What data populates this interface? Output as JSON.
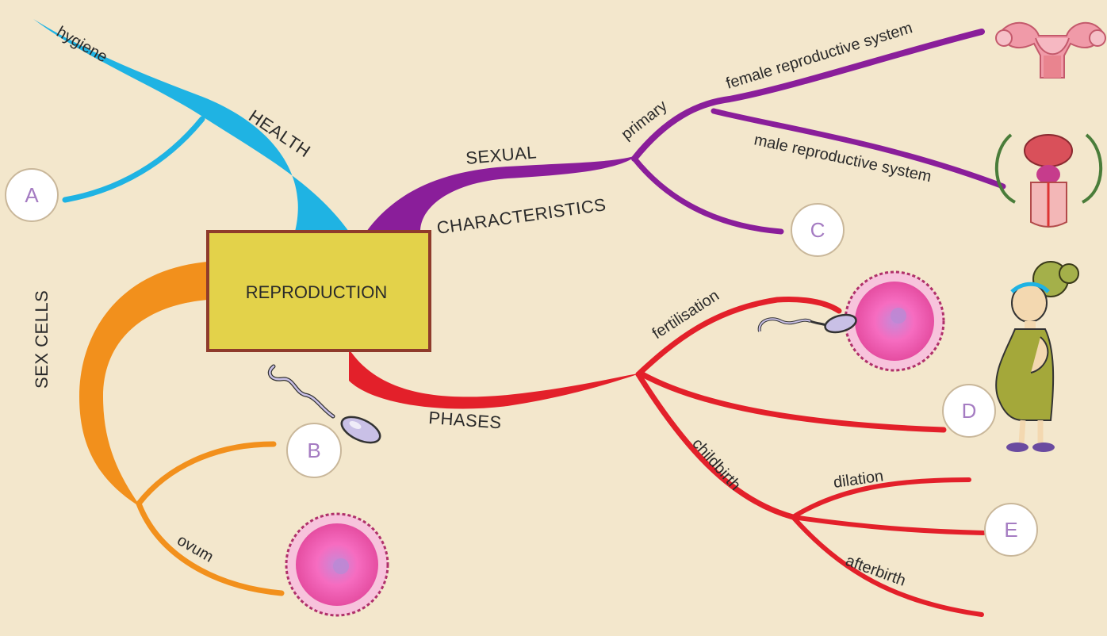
{
  "central": "REPRODUCTION",
  "branches": {
    "health": {
      "label": "HEALTH",
      "sub": [
        "hygiene"
      ]
    },
    "sexual": {
      "label1": "SEXUAL",
      "label2": "CHARACTERISTICS",
      "sub": [
        "primary",
        "female reproductive system",
        "male reproductive system"
      ]
    },
    "sex_cells": {
      "label": "SEX CELLS",
      "sub": [
        "ovum"
      ]
    },
    "phases": {
      "label": "PHASES",
      "sub": [
        "fertilisation",
        "childbirth",
        "dilation",
        "afterbirth"
      ]
    }
  },
  "markers": [
    "A",
    "B",
    "C",
    "D",
    "E"
  ],
  "colors": {
    "background": "#f3e7cc",
    "health": "#1fb3e3",
    "sexual": "#8a1e9a",
    "sex_cells": "#f2901c",
    "phases": "#e3202a",
    "central_fill": "#e3d24a",
    "central_border": "#8f3b2b"
  },
  "icons": [
    "sperm-cell-icon",
    "ovum-cell-icon",
    "female-reproductive-organ-icon",
    "male-reproductive-organ-icon",
    "pregnant-woman-icon"
  ]
}
